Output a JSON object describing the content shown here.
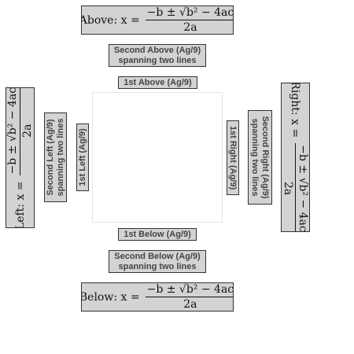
{
  "formula": {
    "numerator": "−b ± √b² − 4ac",
    "denominator": "2a",
    "above_prefix": "Above: x =",
    "below_prefix": "Below: x =",
    "left_prefix": "Left: x =",
    "right_prefix": "Right: x ="
  },
  "labels": {
    "first_above": "1st Above (Ag/9)",
    "second_above_line1": "Second Above (Ag/9)",
    "second_above_line2": "spanning two lines",
    "first_below": "1st Below (Ag/9)",
    "second_below_line1": "Second Below (Ag/9)",
    "second_below_line2": "spanning two lines",
    "first_left": "1st Left (Ag/9)",
    "second_left_line1": "Second Left (Ag/9)",
    "second_left_line2": "spanning two lines",
    "first_right": "1st Right (Ag/9)",
    "second_right_line1": "Second Right (Ag/9)",
    "second_right_line2": "spanning two lines"
  },
  "colors": {
    "label_fill": "#d3d3d3",
    "label_border": "#333333",
    "text": "#444444",
    "panel_border": "#e6e6e6"
  }
}
